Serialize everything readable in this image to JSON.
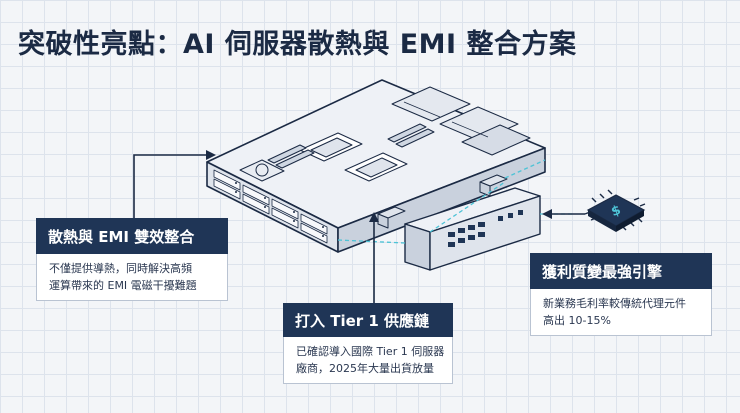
{
  "title": "突破性亮點：AI 伺服器散熱與 EMI 整合方案",
  "callouts": [
    {
      "heading": "散熱與 EMI 雙效整合",
      "lines": [
        "不僅提供導熱，同時解決高頻",
        "運算帶來的 EMI 電磁干擾難題"
      ]
    },
    {
      "heading": "打入 Tier 1 供應鏈",
      "lines": [
        "已確認導入國際 Tier 1 伺服器",
        "廠商，2025年大量出貨放量"
      ]
    },
    {
      "heading": "獲利質變最強引擎",
      "lines": [
        "新業務毛利率較傳統代理元件",
        "高出 10-15%"
      ]
    }
  ],
  "icons": {
    "server": "rack-server-illustration",
    "chip": "dollar-chip-icon"
  },
  "colors": {
    "header_bg": "#1f3556",
    "accent_cyan": "#4ec3d6",
    "line_dark": "#1b2a44",
    "grid": "#dde3ec"
  }
}
